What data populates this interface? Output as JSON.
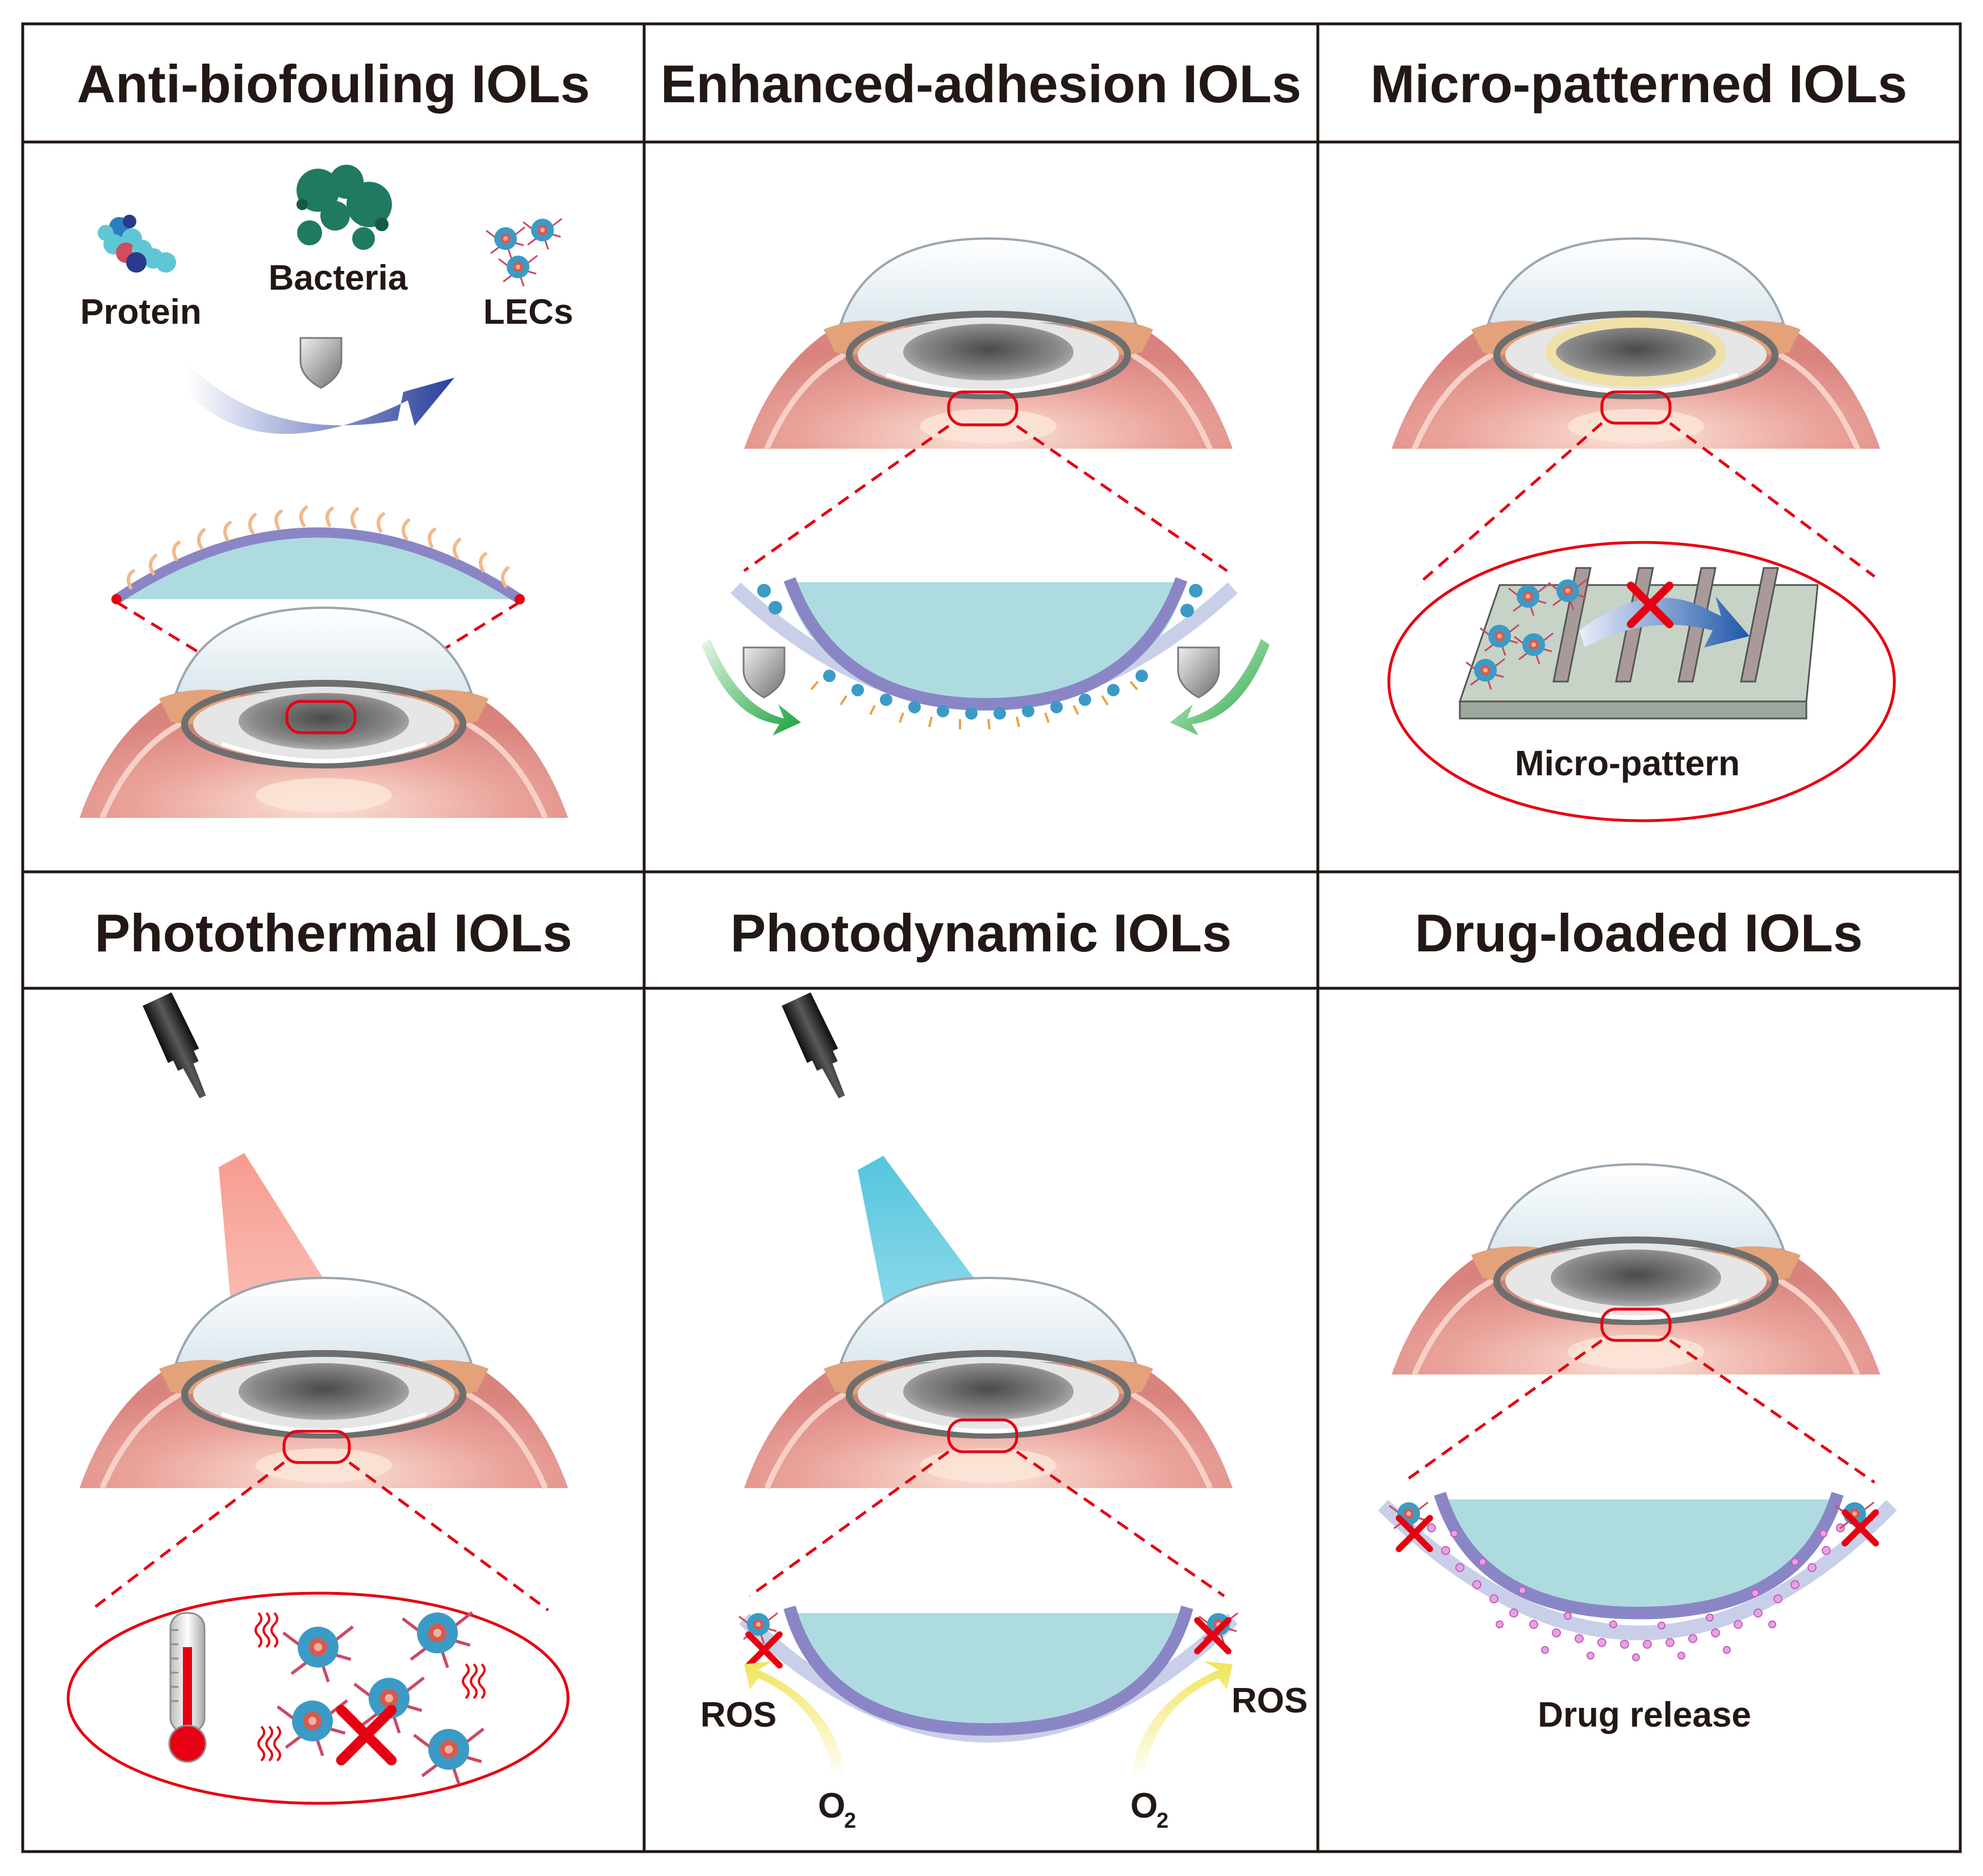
{
  "panels": [
    {
      "title": "Anti-biofouling IOLs",
      "labels": {
        "protein": "Protein",
        "bacteria": "Bacteria",
        "lecs": "LECs"
      }
    },
    {
      "title": "Enhanced-adhesion IOLs"
    },
    {
      "title": "Micro-patterned IOLs",
      "labels": {
        "micro_pattern": "Micro-pattern"
      }
    },
    {
      "title": "Photothermal IOLs"
    },
    {
      "title": "Photodynamic IOLs",
      "labels": {
        "ros": "ROS",
        "o2_base": "O",
        "o2_sub": "2"
      }
    },
    {
      "title": "Drug-loaded IOLs",
      "labels": {
        "drug_release": "Drug release"
      }
    }
  ],
  "colors": {
    "grid_line": "#231815",
    "text": "#231815",
    "zoom_line": "#e60012",
    "no_mark": "#e60012",
    "lens_fill": "#aedbe0",
    "coating": "#8a86c6",
    "capsule": "#c9cfe9",
    "cell": "#3b9bc6",
    "laser_red": "#f27a6a",
    "laser_blue": "#3fc3d8",
    "arrow_green": "#1b9a3a",
    "arrow_blue": "#2a56a8",
    "ros_arrow": "#f2e86a",
    "drug": "#d88bd4",
    "eye_tissue": "#e9a19a"
  },
  "icons": [
    "protein-icon",
    "bacteria-icon",
    "lec-cell-icon",
    "shield-icon",
    "thermometer-icon",
    "laser-probe-icon",
    "heat-wave-icon",
    "no-mark-icon",
    "eye-cross-section-icon"
  ]
}
